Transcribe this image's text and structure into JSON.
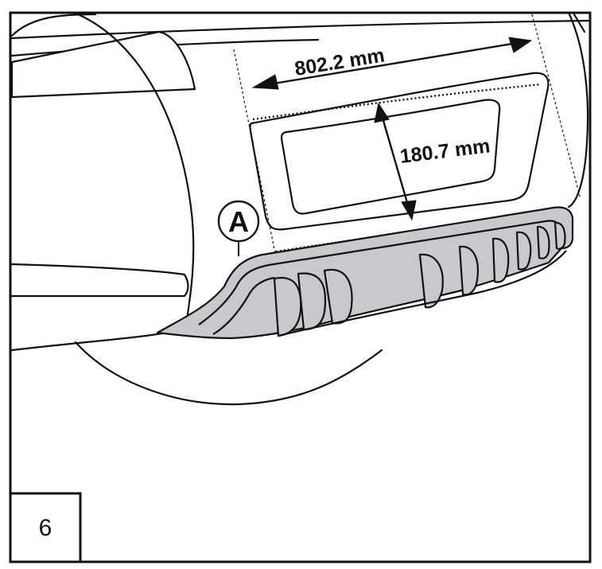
{
  "figure": {
    "step_number": "6",
    "width_dimension": "802.2 mm",
    "height_dimension": "180.7 mm",
    "callout_letter": "A"
  },
  "colors": {
    "outline": "#111111",
    "diffuser_fill": "#c8c9cc",
    "background": "#ffffff"
  }
}
